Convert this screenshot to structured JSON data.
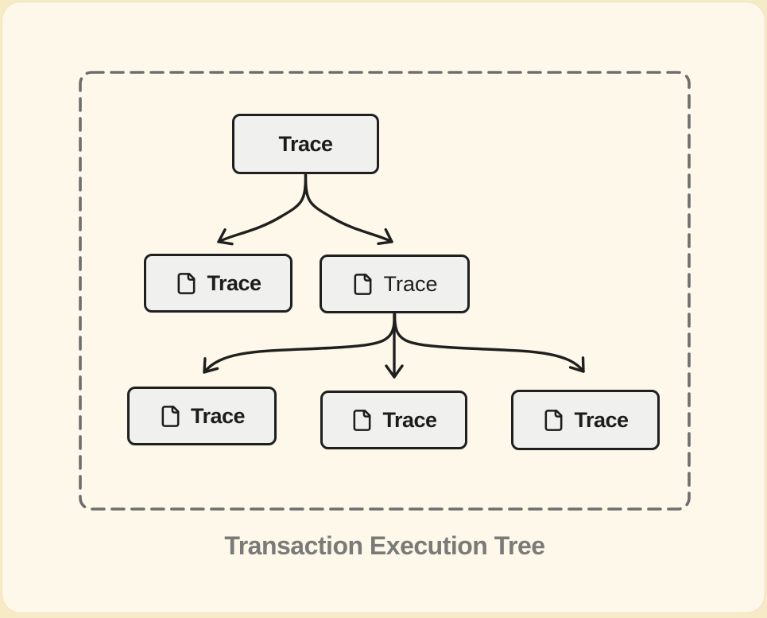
{
  "title": "Transaction Execution Tree",
  "nodes": {
    "root": {
      "label": "Trace",
      "icon": "none",
      "weight": "bold"
    },
    "level2": [
      {
        "label": "Trace",
        "icon": "file-icon",
        "weight": "bold"
      },
      {
        "label": "Trace",
        "icon": "file-icon",
        "weight": "regular"
      }
    ],
    "level3": [
      {
        "label": "Trace",
        "icon": "file-icon",
        "weight": "bold"
      },
      {
        "label": "Trace",
        "icon": "file-icon",
        "weight": "bold"
      },
      {
        "label": "Trace",
        "icon": "file-icon",
        "weight": "bold"
      }
    ]
  },
  "edges": [
    {
      "from": "root",
      "to": "level2-0"
    },
    {
      "from": "root",
      "to": "level2-1"
    },
    {
      "from": "level2-1",
      "to": "level3-0"
    },
    {
      "from": "level2-1",
      "to": "level3-1"
    },
    {
      "from": "level2-1",
      "to": "level3-2"
    }
  ],
  "colors": {
    "page_background": "#f7eac6",
    "card_background": "#fdf8e9",
    "node_fill": "#f0f0ee",
    "node_border": "#1f1f1f",
    "edge_stroke": "#1f1f1f",
    "boundary_dash": "#6e6e6e",
    "title_text": "#7a7a78"
  }
}
